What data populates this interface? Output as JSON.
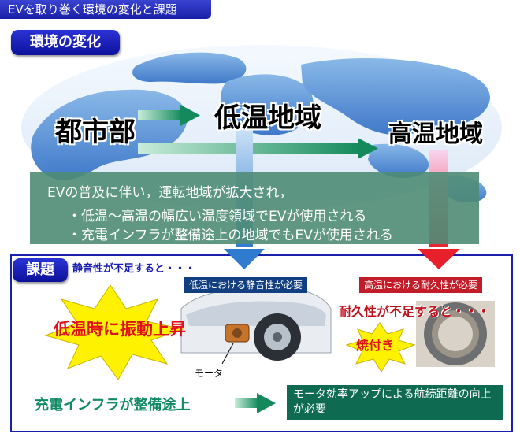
{
  "header": {
    "title": "EVを取り巻く環境の変化と課題"
  },
  "environment": {
    "label": "環境の変化",
    "regions": {
      "urban": "都市部",
      "cold": "低温地域",
      "hot": "高温地域"
    }
  },
  "expansion": {
    "lines": [
      "EVの普及に伴い，運転地域が拡大され，",
      "・低温～高温の幅広い温度領域でEVが使用される",
      "・充電インフラが整備途上の地域でもEVが使用される"
    ]
  },
  "issues": {
    "label": "課題",
    "noise_caption": "静音性が不足すると・・・",
    "cold_tag": "低温における静音性が必要",
    "hot_tag": "高温における耐久性が必要",
    "vibration_burst": "低温時に振動上昇",
    "motor_label": "モータ",
    "durability_caption": "耐久性が不足すると・・・",
    "seizure_burst": "焼付き",
    "infra_text": "充電インフラが整備途上",
    "result_text": "モータ効率アップによる航続距離の向上が必要"
  },
  "colors": {
    "header_blue": "#1a1fa8",
    "band_green": "#4f8c76",
    "cold_blue": "#2f7bd0",
    "hot_red": "#e8202c",
    "infra_green": "#108a64",
    "burst_yellow": "#fff200"
  }
}
